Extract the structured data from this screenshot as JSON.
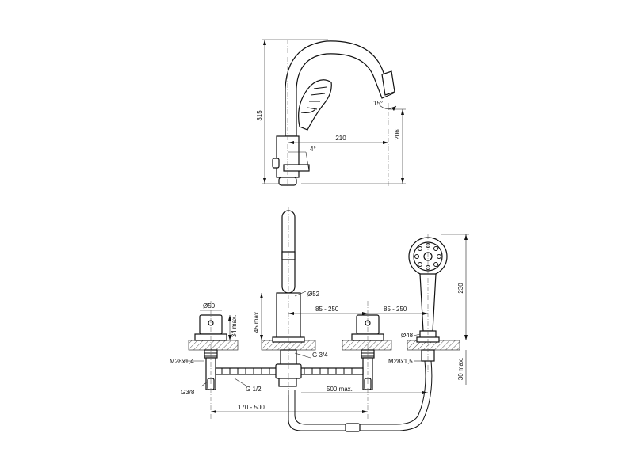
{
  "side_view": {
    "height_total": "315",
    "spout_reach": "210",
    "spout_height": "206",
    "spout_angle": "15°",
    "lever_angle": "4°"
  },
  "front_view": {
    "body_diameter": "Ø52",
    "spacing_left": "85 - 250",
    "spacing_right": "85 - 250",
    "knob_diameter": "Ø50",
    "knob_height": "34 max.",
    "spout_deck_height": "45 max.",
    "shower_height": "230",
    "shower_holder_diameter": "Ø48",
    "thread_left": "M28x1,4",
    "thread_right": "M28x1,5",
    "thread_main": "G 3/4",
    "inlet_small": "G3/8",
    "inlet_main": "G 1/2",
    "hose_length": "500 max.",
    "deck_thickness": "30 max.",
    "valve_spacing": "170 - 500"
  }
}
